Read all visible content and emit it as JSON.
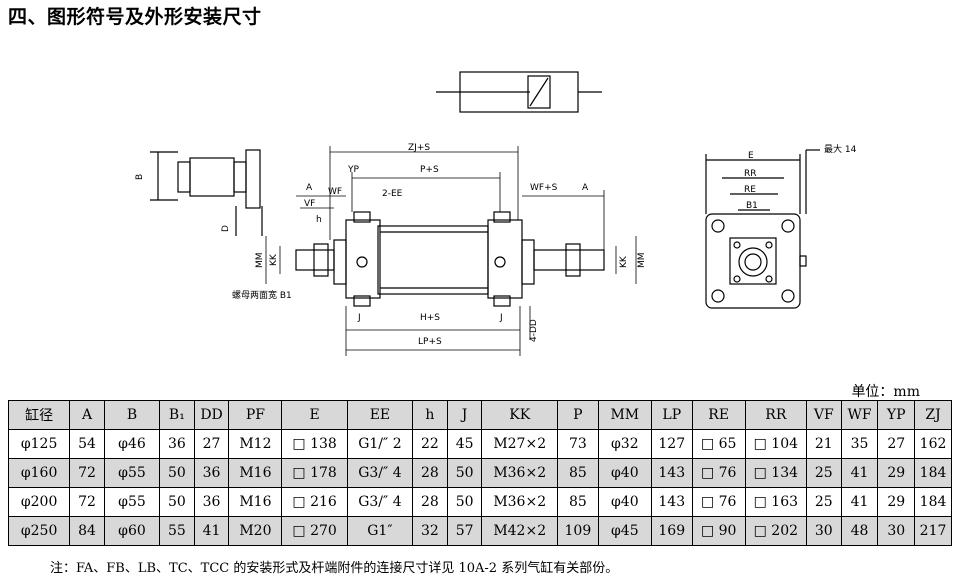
{
  "title": "四、图形符号及外形安装尺寸",
  "drawing": {
    "labels": {
      "zj_s": "ZJ+S",
      "yp": "YP",
      "p_s": "P+S",
      "a": "A",
      "wf": "WF",
      "ee": "2-EE",
      "vf": "VF",
      "h": "h",
      "wf_s": "WF+S",
      "mm": "MM",
      "kk": "KK",
      "b": "B",
      "d": "D",
      "nut_note": "螺母两面宽 B1",
      "j": "J",
      "h_s": "H+S",
      "dd": "4-DD",
      "lp_s": "LP+S",
      "e": "E",
      "rr": "RR",
      "re": "RE",
      "b1": "B1",
      "max14": "最大 14"
    }
  },
  "unit_label": "单位：mm",
  "table": {
    "headers": [
      "缸径",
      "A",
      "B",
      "B₁",
      "DD",
      "PF",
      "E",
      "EE",
      "h",
      "J",
      "KK",
      "P",
      "MM",
      "LP",
      "RE",
      "RR",
      "VF",
      "WF",
      "YP",
      "ZJ"
    ],
    "rows": [
      [
        "φ125",
        "54",
        "φ46",
        "36",
        "27",
        "M12",
        "□ 138",
        "G1/″ 2",
        "22",
        "45",
        "M27×2",
        "73",
        "φ32",
        "127",
        "□ 65",
        "□ 104",
        "21",
        "35",
        "27",
        "162"
      ],
      [
        "φ160",
        "72",
        "φ55",
        "50",
        "36",
        "M16",
        "□ 178",
        "G3/″ 4",
        "28",
        "50",
        "M36×2",
        "85",
        "φ40",
        "143",
        "□ 76",
        "□ 134",
        "25",
        "41",
        "29",
        "184"
      ],
      [
        "φ200",
        "72",
        "φ55",
        "50",
        "36",
        "M16",
        "□ 216",
        "G3/″ 4",
        "28",
        "50",
        "M36×2",
        "85",
        "φ40",
        "143",
        "□ 76",
        "□ 163",
        "25",
        "41",
        "29",
        "184"
      ],
      [
        "φ250",
        "84",
        "φ60",
        "55",
        "41",
        "M20",
        "□ 270",
        "G1″",
        "32",
        "57",
        "M42×2",
        "109",
        "φ45",
        "169",
        "□ 90",
        "□ 202",
        "30",
        "48",
        "30",
        "217"
      ]
    ]
  },
  "note": "注：FA、FB、LB、TC、TCC 的安装形式及杆端附件的连接尺寸详见 10A-2 系列气缸有关部份。"
}
